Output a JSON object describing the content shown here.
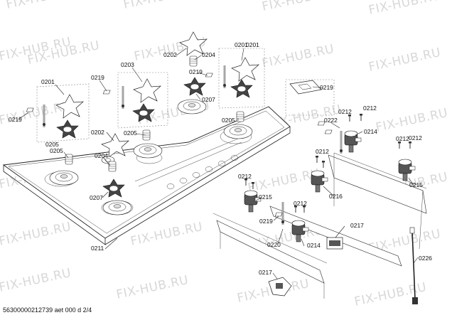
{
  "watermark": "FIX-HUB.RU",
  "footer": "56300000212739 aet 000 d 2/4",
  "labels": [
    {
      "id": "l1",
      "text": "0201"
    },
    {
      "id": "l2",
      "text": "0202"
    },
    {
      "id": "l3",
      "text": "0204"
    },
    {
      "id": "l4",
      "text": "0201"
    },
    {
      "id": "l5",
      "text": "0203"
    },
    {
      "id": "l6",
      "text": "0219"
    },
    {
      "id": "l7",
      "text": "0201"
    },
    {
      "id": "l8",
      "text": "0219"
    },
    {
      "id": "l9",
      "text": "0207"
    },
    {
      "id": "l10",
      "text": "0219"
    },
    {
      "id": "l11",
      "text": "0219"
    },
    {
      "id": "l12",
      "text": "0202"
    },
    {
      "id": "l13",
      "text": "0205"
    },
    {
      "id": "l14",
      "text": "0205"
    },
    {
      "id": "l15",
      "text": "0204"
    },
    {
      "id": "l16",
      "text": "0205"
    },
    {
      "id": "l17",
      "text": "0207"
    },
    {
      "id": "l18",
      "text": "0211"
    },
    {
      "id": "l19",
      "text": "0222"
    },
    {
      "id": "l20",
      "text": "0212"
    },
    {
      "id": "l21",
      "text": "0212"
    },
    {
      "id": "l22",
      "text": "0214"
    },
    {
      "id": "l23",
      "text": "0212"
    },
    {
      "id": "l24",
      "text": "0212"
    },
    {
      "id": "l25",
      "text": "0212"
    },
    {
      "id": "l26",
      "text": "0215"
    },
    {
      "id": "l27",
      "text": "0212"
    },
    {
      "id": "l28",
      "text": "0215"
    },
    {
      "id": "l29",
      "text": "0216"
    },
    {
      "id": "l30",
      "text": "0219"
    },
    {
      "id": "l31",
      "text": "0212"
    },
    {
      "id": "l32",
      "text": "0214"
    },
    {
      "id": "l33",
      "text": "0220"
    },
    {
      "id": "l34",
      "text": "0217"
    },
    {
      "id": "l35",
      "text": "0217"
    },
    {
      "id": "l36",
      "text": "0226"
    },
    {
      "id": "l37",
      "text": "0205"
    }
  ]
}
